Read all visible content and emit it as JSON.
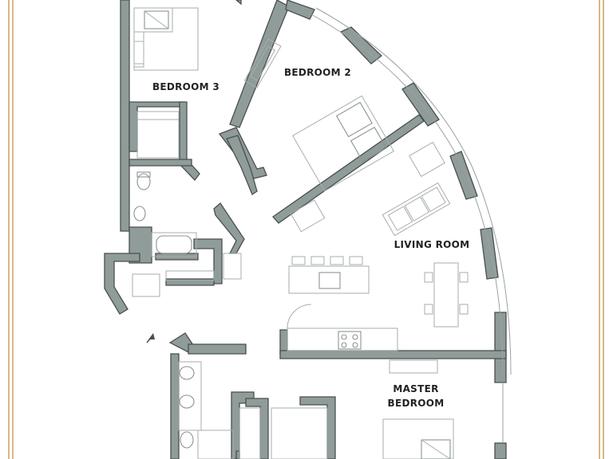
{
  "plan": {
    "rooms": {
      "bedroom3": "BEDROOM 3",
      "bedroom2": "BEDROOM 2",
      "living_room": "LIVING ROOM",
      "master_line1": "MASTER",
      "master_line2": "BEDROOM"
    },
    "colors": {
      "wall_fill": "#8f9c9a",
      "wall_stroke": "#4a4f4f",
      "frame": "#c9a45c",
      "furniture": "#a7adad"
    }
  }
}
